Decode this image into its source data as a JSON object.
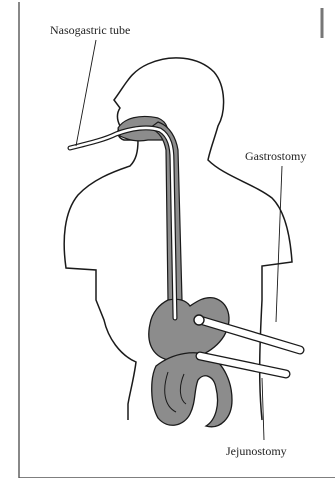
{
  "labels": {
    "nasogastric": "Nasogastric tube",
    "gastrostomy": "Gastrostomy",
    "jejunostomy": "Jejunostomy"
  },
  "colors": {
    "outline": "#1a1a1a",
    "organ_fill": "#8c8c8c",
    "tube_fill": "#ffffff"
  }
}
